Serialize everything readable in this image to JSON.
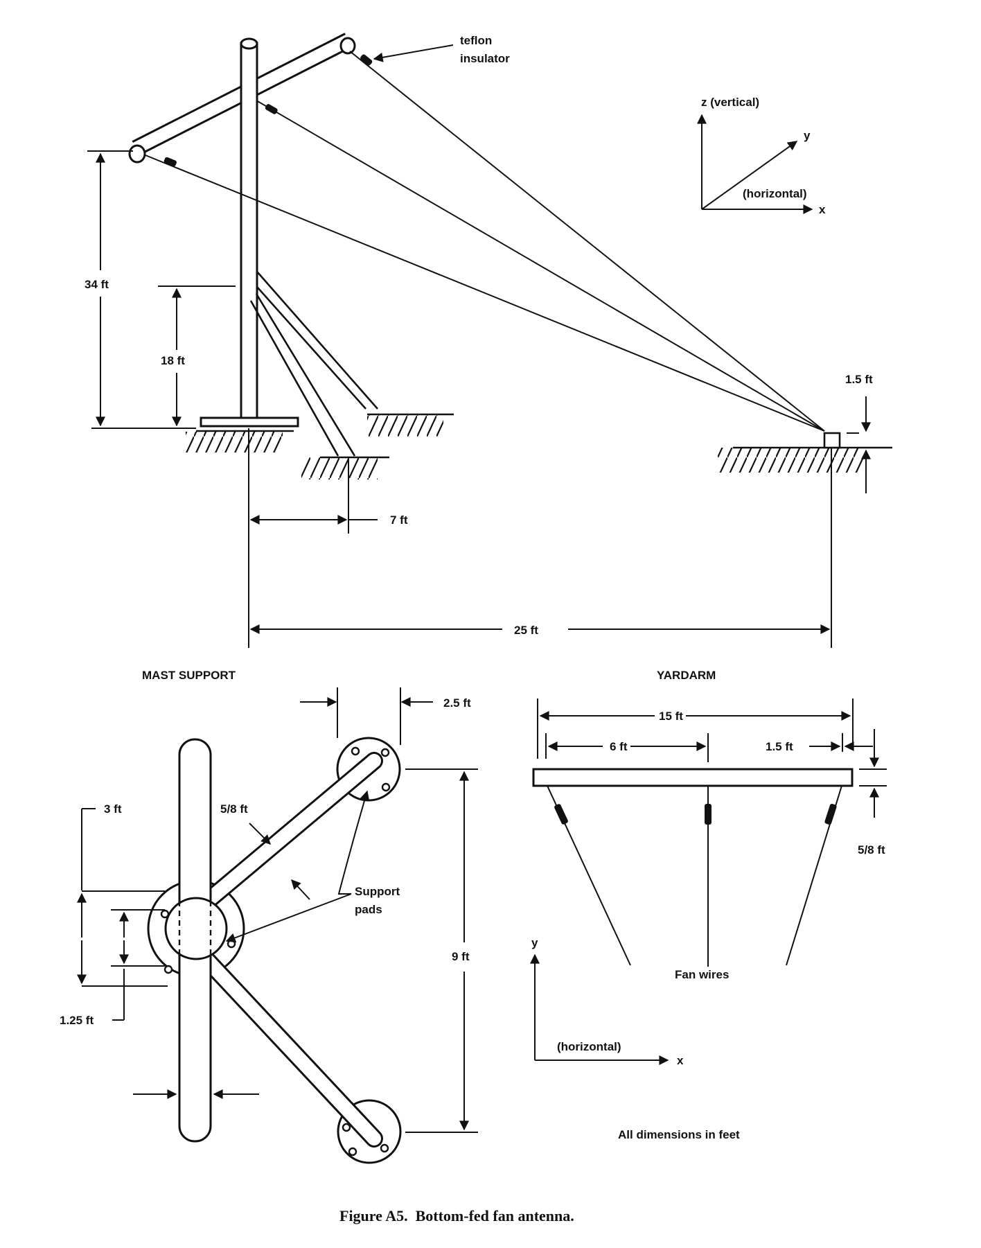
{
  "labels": {
    "teflon_line1": "teflon",
    "teflon_line2": "insulator",
    "axis_z": "z (vertical)",
    "axis_y_top": "y",
    "axis_horizontal_top": "(horizontal)",
    "axis_x_top": "x",
    "dim_34": "34 ft",
    "dim_18": "18 ft",
    "dim_7": "7 ft",
    "dim_25": "25 ft",
    "dim_1_5_top": "1.5 ft",
    "mast_support": "MAST SUPPORT",
    "yardarm": "YARDARM",
    "dim_2_5": "2.5 ft",
    "dim_3": "3 ft",
    "dim_5_8_mast": "5/8 ft",
    "support_pads_1": "Support",
    "support_pads_2": "pads",
    "dim_9": "9 ft",
    "dim_1_25": "1.25 ft",
    "dim_15": "15 ft",
    "dim_6": "6 ft",
    "dim_1_5_yard": "1.5 ft",
    "dim_5_8_yard": "5/8 ft",
    "fan_wires": "Fan wires",
    "axis_y_bottom": "y",
    "axis_horizontal_bottom": "(horizontal)",
    "axis_x_bottom": "x",
    "all_dims": "All dimensions in feet"
  },
  "caption": "Figure A5.  Bottom-fed fan antenna."
}
